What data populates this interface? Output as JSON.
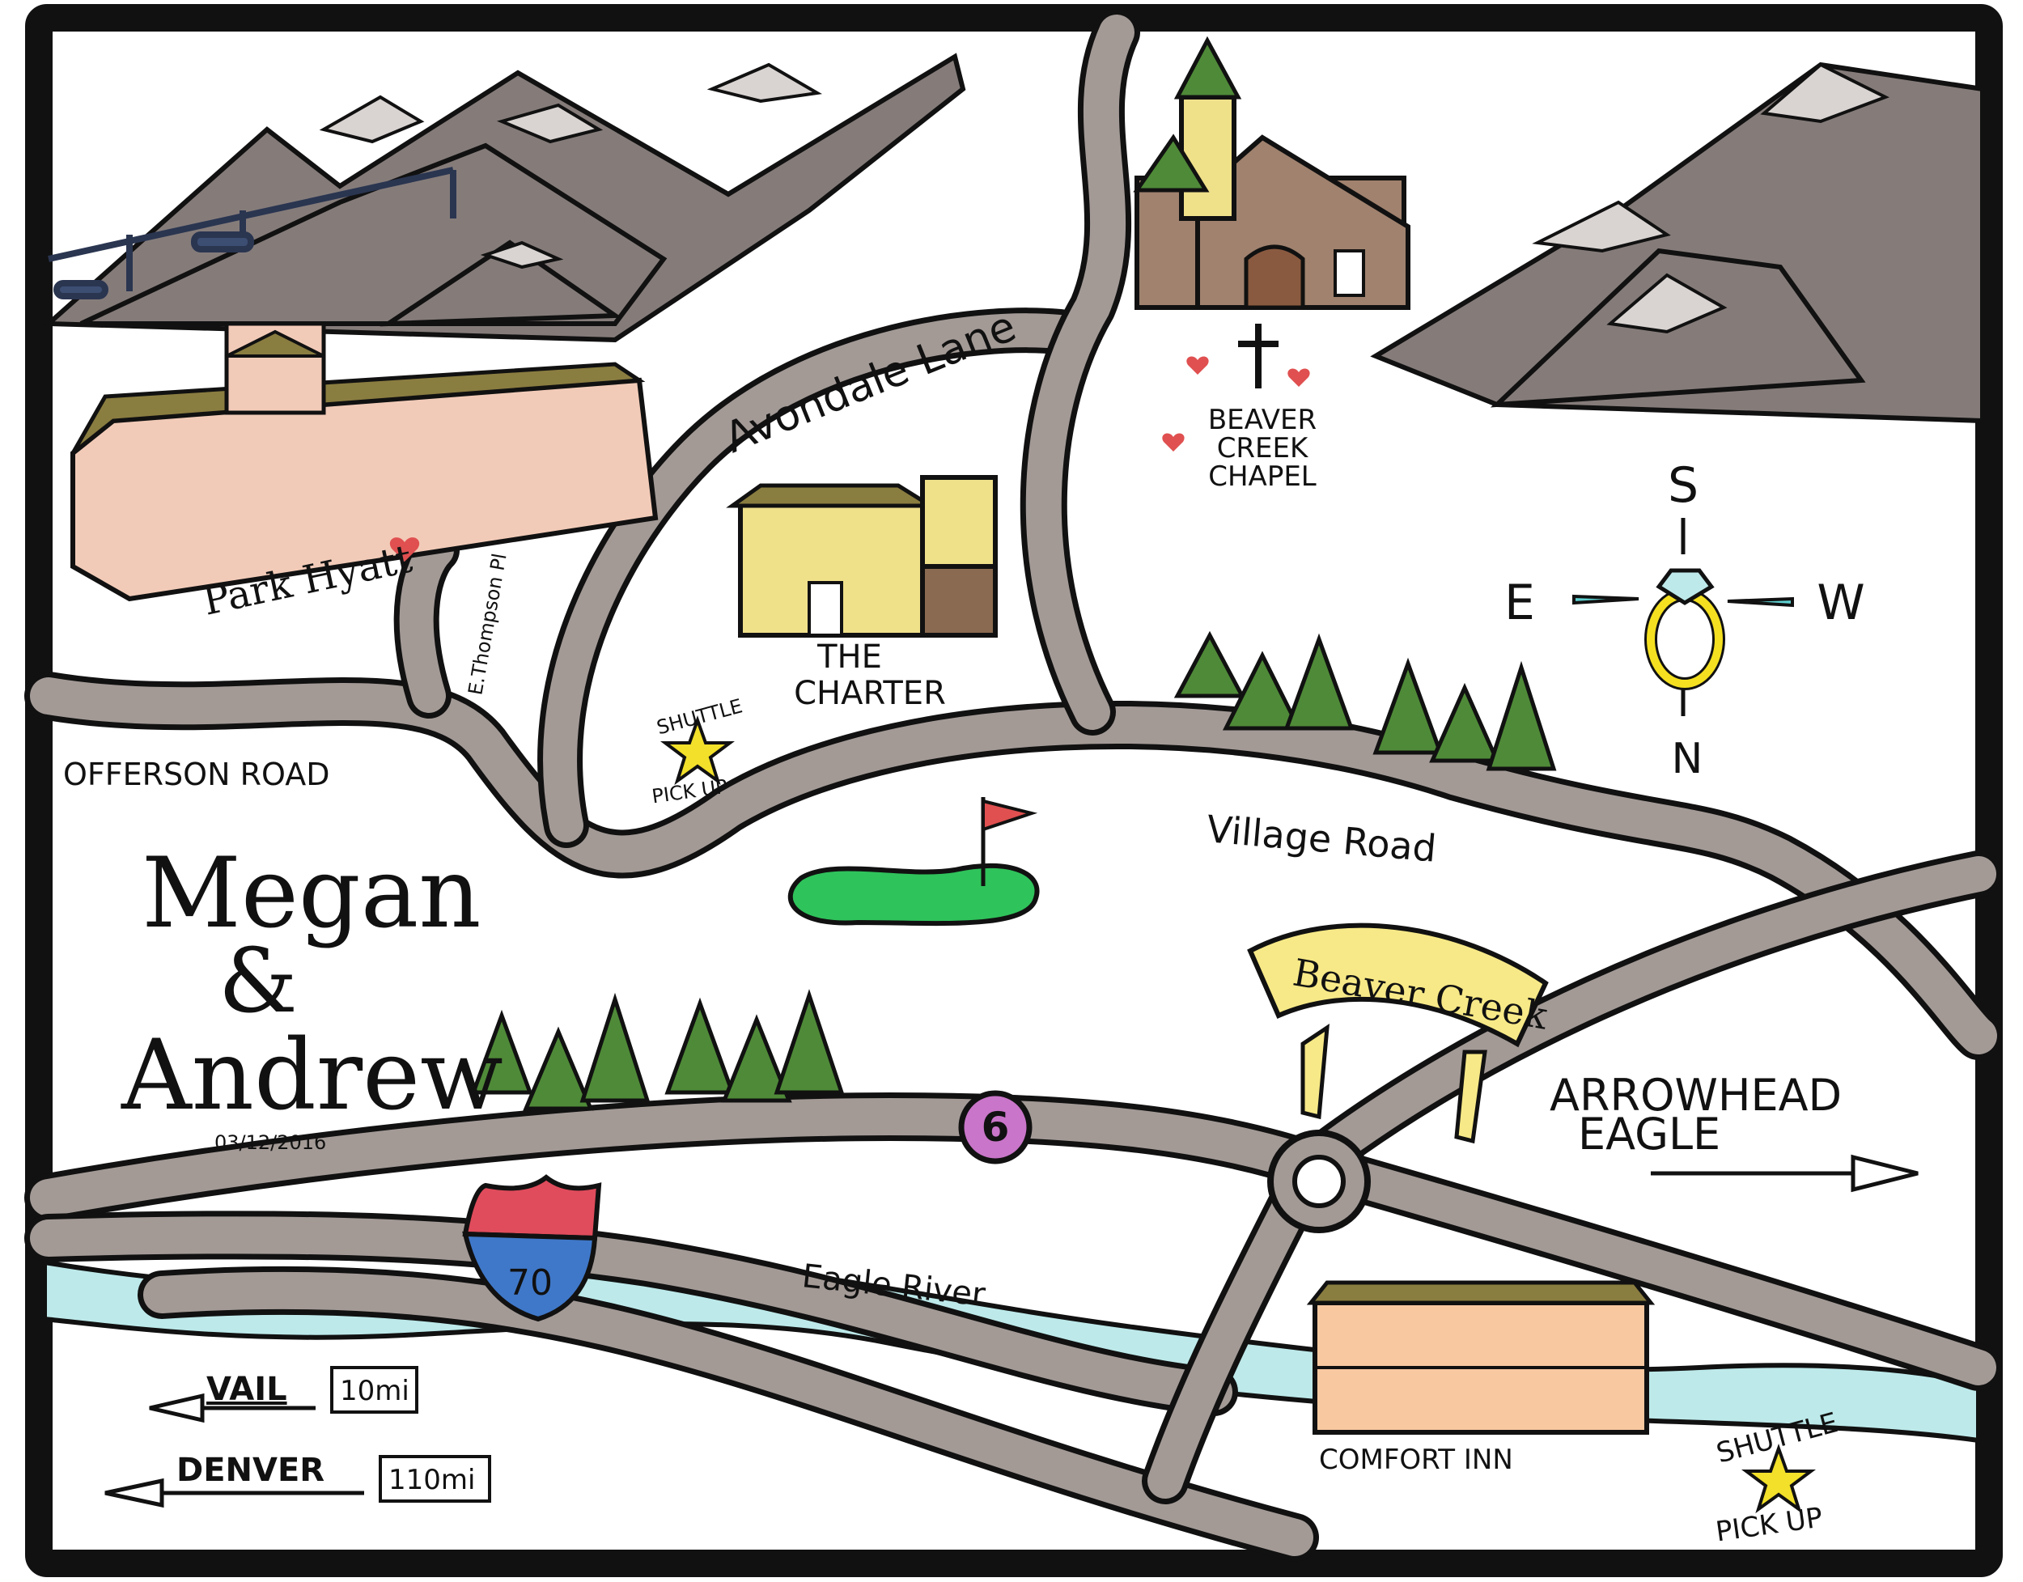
{
  "couple": {
    "name1": "Megan",
    "amp": "&",
    "name2": "Andrew",
    "date": "03/12/2016"
  },
  "labels": {
    "park_hyatt": "Park Hyatt",
    "e_thompson": "E.Thompson Pl",
    "avondale": "Avondale Lane",
    "charter_1": "THE",
    "charter_2": "CHARTER",
    "chapel_1": "BEAVER",
    "chapel_2": "CREEK",
    "chapel_3": "CHAPEL",
    "offerson": "OFFERSON ROAD",
    "village": "Village Road",
    "beaver_creek_sign": "Beaver Creek",
    "arrowhead_1": "ARROWHEAD",
    "arrowhead_2": "EAGLE",
    "eagle_river": "Eagle River",
    "comfort_inn": "COMFORT INN",
    "vail": "VAIL",
    "vail_dist": "10mi",
    "denver": "DENVER",
    "denver_dist": "110mi",
    "route_6": "6",
    "route_70": "70",
    "shuttle_top_1": "SHUTTLE",
    "shuttle_top_2": "PICK UP",
    "shuttle_bottom_1": "SHUTTLE",
    "shuttle_bottom_2": "PICK UP"
  },
  "compass": {
    "s": "S",
    "e": "E",
    "w": "W",
    "n": "N"
  },
  "colors": {
    "road": "#a39a96",
    "mountain": "#857c7a",
    "snow": "#d9d4d2",
    "river": "#bde9ea",
    "grass": "#2fc35b",
    "tree": "#4f8a38",
    "hyatt": "#f2cbb8",
    "charter": "#efe08a",
    "chapel": "#a0826e",
    "comfort": "#f8c8a0",
    "sign": "#f7e987",
    "route6": "#c975c9",
    "shield_red": "#e04c5c",
    "shield_blue": "#3f78c9",
    "ring": "#f4e020",
    "heart": "#e05050",
    "star": "#f2e02a"
  }
}
